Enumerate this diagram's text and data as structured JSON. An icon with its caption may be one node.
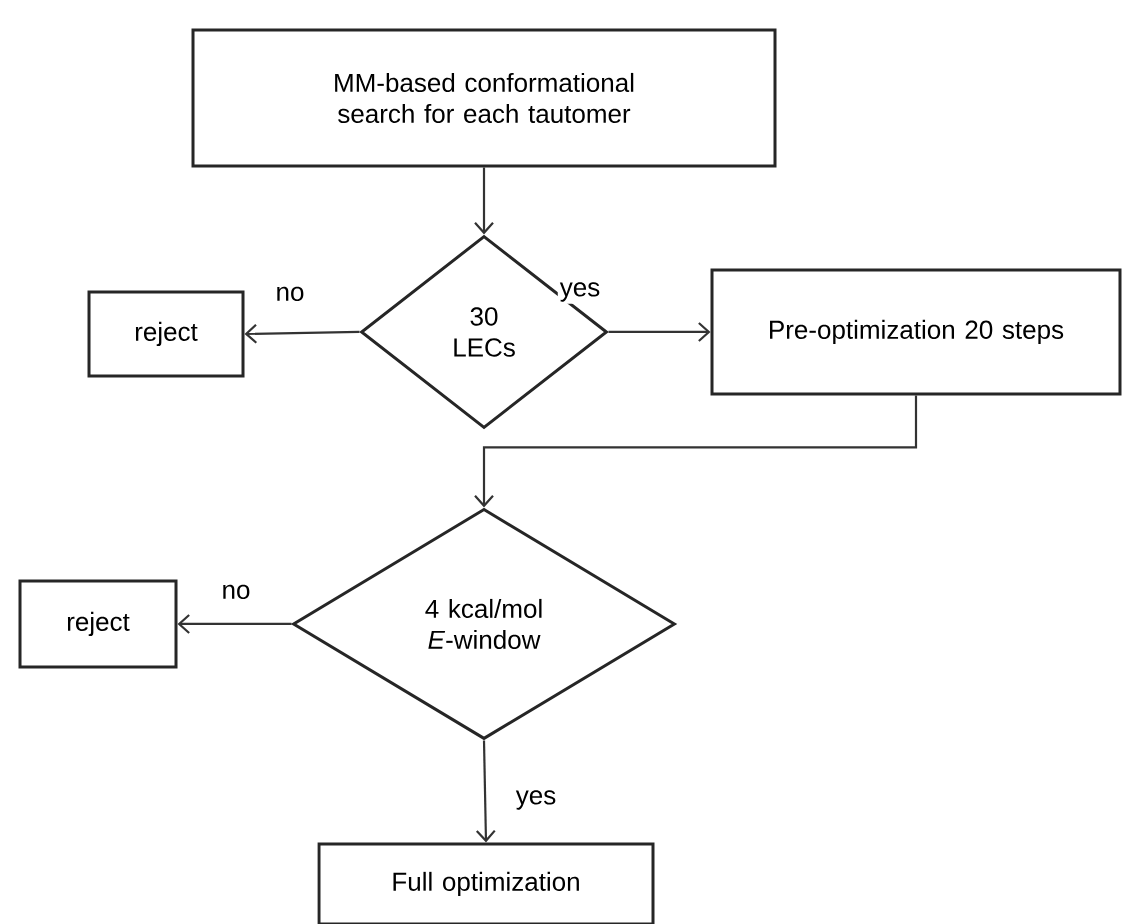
{
  "diagram": {
    "nodes": [
      {
        "text": [
          "MM-based conformational search for each tautomer"
        ]
      },
      {
        "text": [
          "30 LECs"
        ]
      },
      {
        "text": [
          "reject"
        ]
      },
      {
        "text": [
          "Pre-optimization 20 steps"
        ]
      },
      {
        "text": [
          "4 kcal/mol *E*-window"
        ]
      },
      {
        "text": [
          "reject"
        ]
      },
      {
        "text": [
          "Full optimization"
        ]
      }
    ],
    "edges": [
      {
        "from": 0,
        "to": 1,
        "arrow": "to"
      },
      {
        "from": 1,
        "to": 2,
        "arrow": "to",
        "label": "no"
      },
      {
        "from": 1,
        "to": 3,
        "arrow": "to",
        "label": "yes"
      },
      {
        "from": 3,
        "to": 4,
        "arrow": "to"
      },
      {
        "from": 4,
        "to": 5,
        "arrow": "to",
        "label": "no"
      },
      {
        "from": 4,
        "to": 6,
        "arrow": "to",
        "label": "yes"
      }
    ]
  }
}
